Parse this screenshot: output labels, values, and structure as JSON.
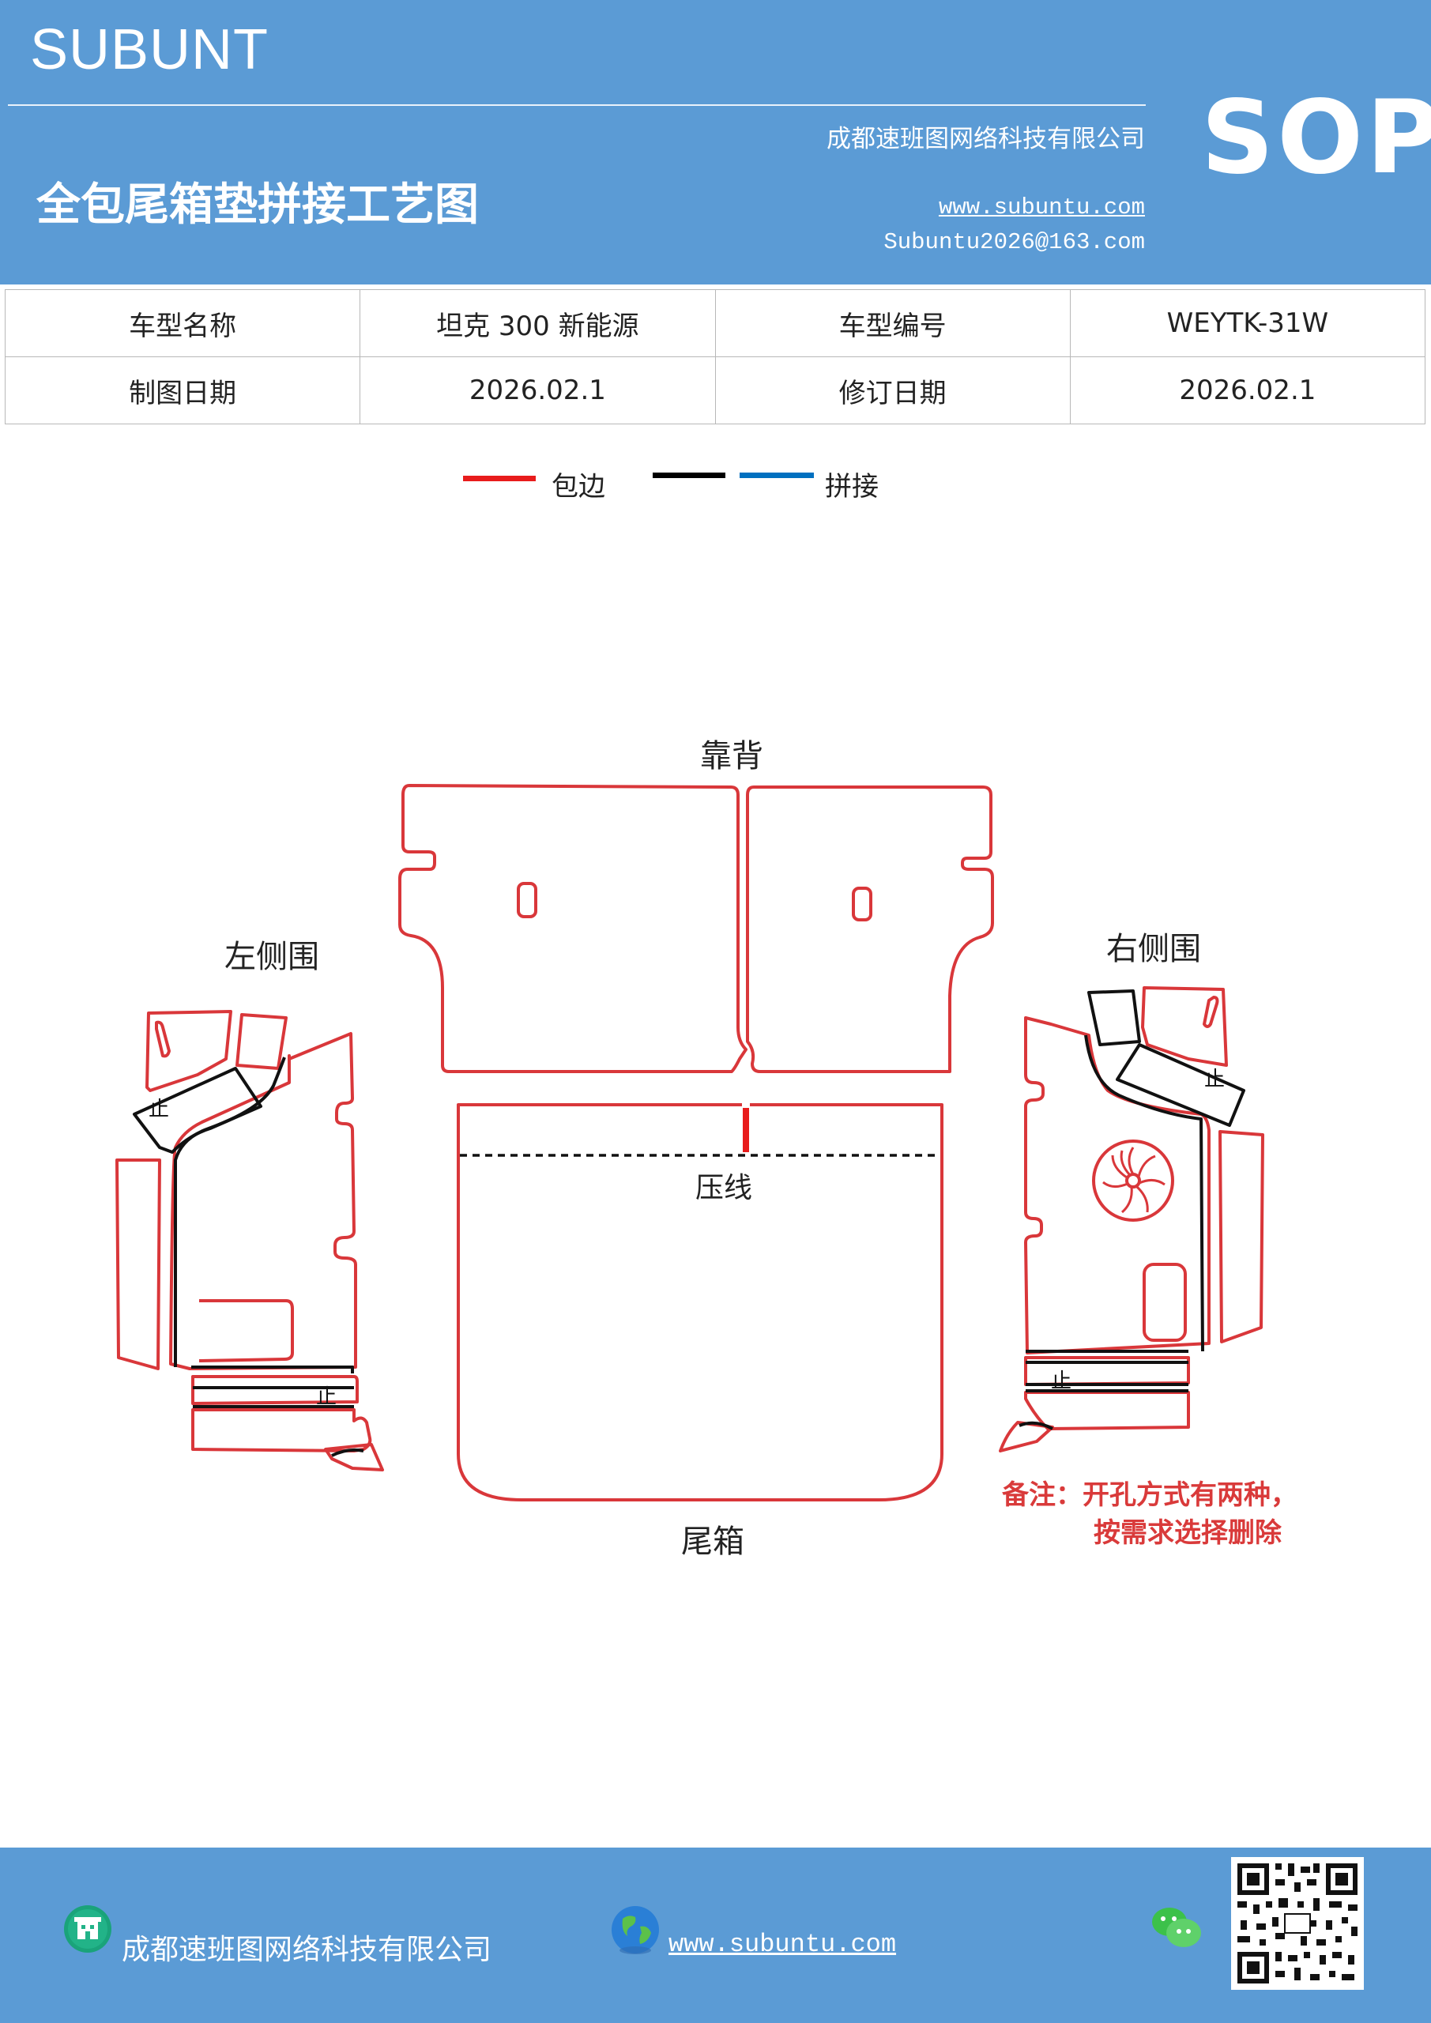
{
  "header": {
    "brand": "SUBUNT",
    "company": "成都速班图网络科技有限公司",
    "title": "全包尾箱垫拼接工艺图",
    "website": "www.subuntu.com",
    "email": "Subuntu2026@163.com",
    "badge": "SOP",
    "color": "#5b9bd5"
  },
  "info_table": {
    "rows": [
      [
        "车型名称",
        "坦克 300 新能源",
        "车型编号",
        "WEYTK-31W"
      ],
      [
        "制图日期",
        "2026.02.1",
        "修订日期",
        "2026.02.1"
      ]
    ]
  },
  "legend": {
    "items": [
      {
        "label": "包边",
        "color": "#e81c1c"
      },
      {
        "label": "",
        "color": "#000000"
      },
      {
        "label": "拼接",
        "color": "#0070c0"
      }
    ]
  },
  "diagram": {
    "labels": {
      "backrest": "靠背",
      "left_side": "左侧围",
      "right_side": "右侧围",
      "press_line": "压线",
      "trunk": "尾箱"
    },
    "stop_mark": "止",
    "note_line1": "备注：开孔方式有两种，",
    "note_line2": "按需求选择删除",
    "outline_color": "#d9373a",
    "seam_color": "#111111"
  },
  "footer": {
    "company": "成都速班图网络科技有限公司",
    "website": "www.subuntu.com",
    "company_icon": "building-icon",
    "web_icon": "globe-icon",
    "wechat_icon": "wechat-icon",
    "qr_icon": "qr-code-icon"
  }
}
